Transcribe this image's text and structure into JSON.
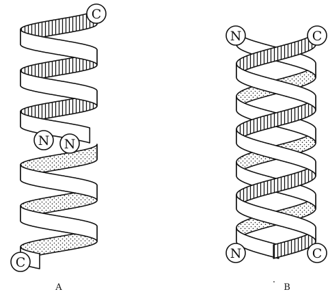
{
  "figure": {
    "panels": [
      {
        "label": "A",
        "terminal_top": "C",
        "terminal_middle_left": "N",
        "terminal_middle_right": "N",
        "terminal_bottom": "C"
      },
      {
        "label": "B",
        "terminal_top_left": "N",
        "terminal_top_right": "C",
        "terminal_bottom_left": "N",
        "terminal_bottom_right": "C"
      }
    ],
    "stray_mark": "."
  },
  "colors": {
    "ink": "#111111",
    "background": "#ffffff",
    "stipple": "#222222"
  },
  "textures": {
    "upper_helix_back_face": "vertical-hatch",
    "lower_helix_back_face": "stipple"
  }
}
